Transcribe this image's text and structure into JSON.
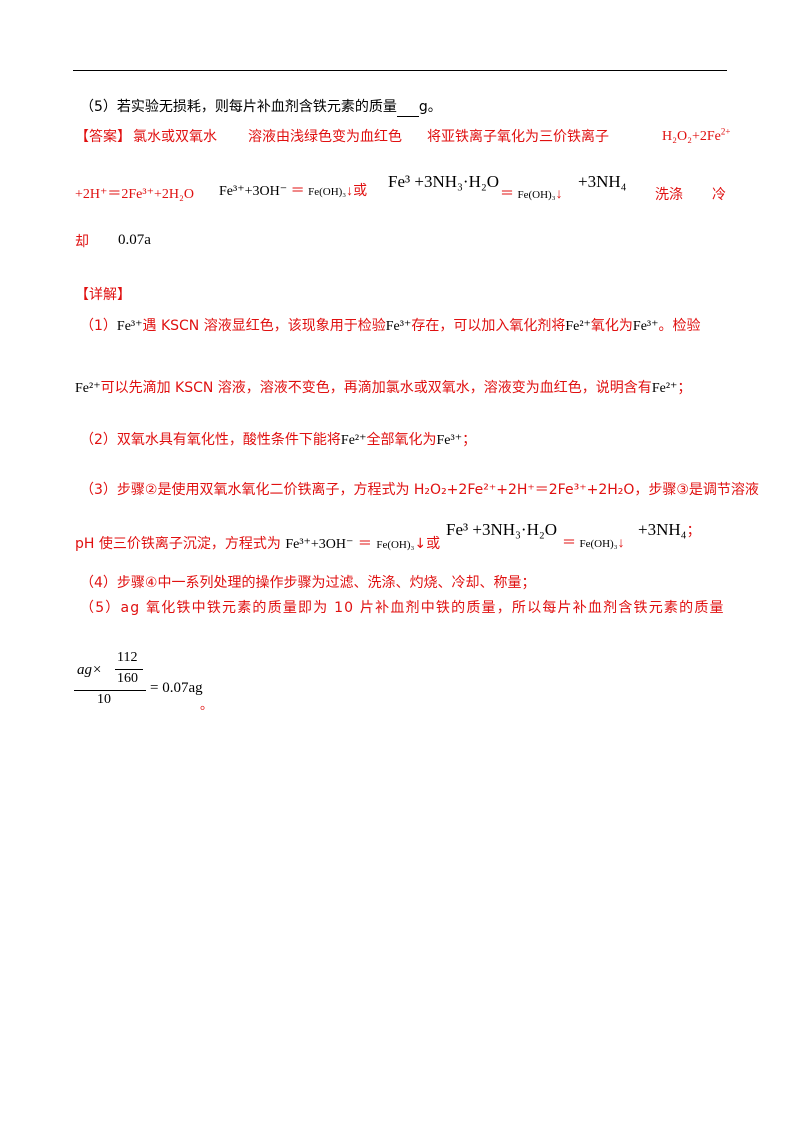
{
  "q5": {
    "prefix": "（5）若实验无损耗，则每片补血剂含铁元素的质量",
    "unit": "g。"
  },
  "answer": {
    "tag": "【答案】",
    "a1": "氯水或双氧水",
    "a2": "溶液由浅绿色变为血红色",
    "a3": "将亚铁离子氧化为三价铁离子",
    "a4_start": "H₂O₂+2Fe",
    "a4_cont": "+2H⁺＝2Fe³⁺+2H₂O",
    "eq_left": "Fe³⁺+3OH⁻",
    "eq_eq": "＝",
    "eq_prod": "Fe(OH)₃",
    "arrow": "↓",
    "or": "或",
    "eq2_fe": "Fe³",
    "eq2_nh3": "+3NH₃·H₂O",
    "eq2_nh4": "+3NH₄",
    "a5": "洗涤",
    "a6_1": "冷",
    "a6_2": "却",
    "a7": "0.07a"
  },
  "detail": {
    "tag": "【详解】",
    "p1a": "（1）",
    "fe3": "Fe³⁺",
    "fe2": "Fe²⁺",
    "p1b": "遇 KSCN 溶液显红色，该现象用于检验",
    "p1c": "存在，可以加入氧化剂将",
    "p1d": "氧化为",
    "p1e": "。检验",
    "p1f": "可以先滴加 KSCN 溶液，溶液不变色，再滴加氯水或双氧水，溶液变为血红色，说明含有",
    "p1g": "；",
    "p2a": "（2）双氧水具有氧化性，酸性条件下能将",
    "p2b": "全部氧化为",
    "p2c": "；",
    "p3a": "（3）步骤②是使用双氧水氧化二价铁离子，方程式为 H₂O₂+2Fe²⁺+2H⁺＝2Fe³⁺+2H₂O，步骤③是调节溶液",
    "p3b": "pH 使三价铁离子沉淀，方程式为",
    "p3c": "；",
    "p4": "（4）步骤④中一系列处理的操作步骤为过滤、洗涤、灼烧、冷却、称量；",
    "p5": "（5）ag 氧化铁中铁元素的质量即为 10 片补血剂中铁的质量，所以每片补血剂含铁元素的质量",
    "f_ag": "ag×",
    "f_112": "112",
    "f_160": "160",
    "f_10": "10",
    "f_res": "= 0.07ag",
    "f_end": "。"
  },
  "colors": {
    "answer": "#e01010",
    "text": "#000000"
  }
}
